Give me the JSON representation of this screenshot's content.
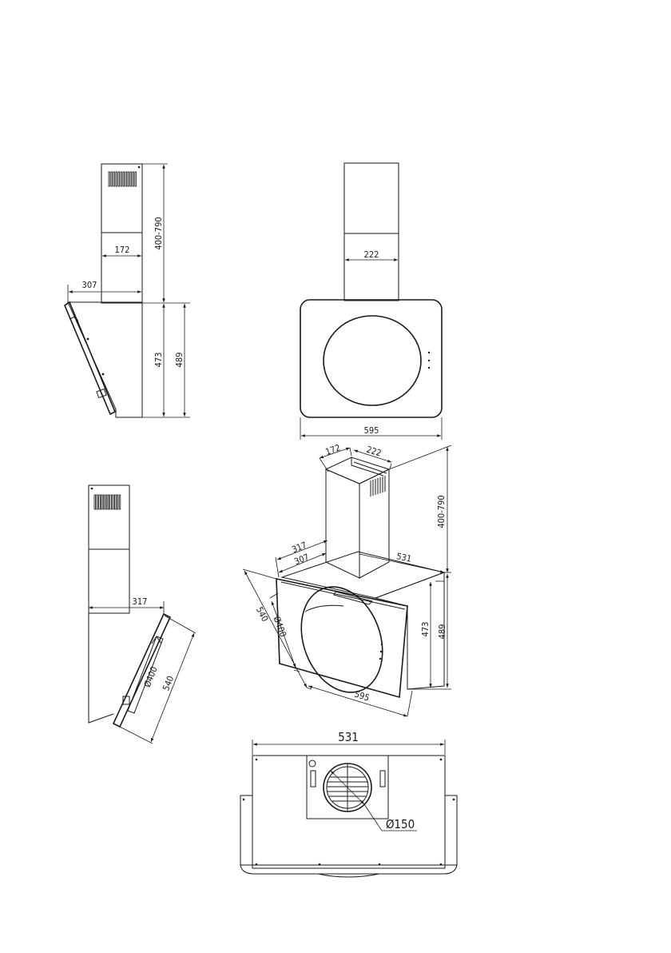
{
  "side_view": {
    "chimney_height": "400-790",
    "chimney_depth": "172",
    "canopy_depth": "307",
    "body_height": "473",
    "total_height": "489"
  },
  "front_view": {
    "chimney_width": "222",
    "width": "595"
  },
  "iso_view": {
    "chimney_depth": "172",
    "chimney_width": "222",
    "chimney_height": "400-790",
    "depth_outer": "317",
    "depth_inner": "307",
    "top_width": "531",
    "glass_length": "540",
    "circle_diameter": "Ø400",
    "body_height": "473",
    "total_height": "489",
    "width": "595"
  },
  "side_view_2": {
    "depth": "317",
    "circle_diameter": "Ø400",
    "glass_length": "540"
  },
  "top_view": {
    "width": "531",
    "outlet_diameter": "Ø150"
  }
}
